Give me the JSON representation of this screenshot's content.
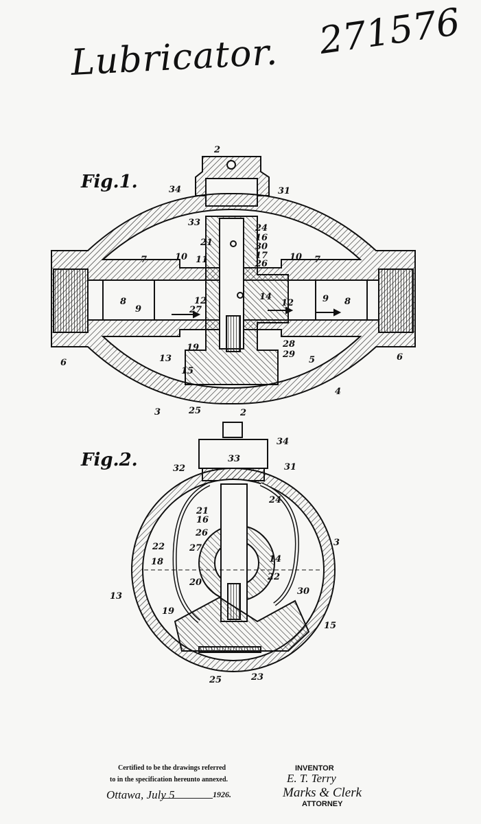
{
  "document": {
    "title": "Lubricator.",
    "patent_number": "271576",
    "fig1_label": "Fig.1.",
    "fig2_label": "Fig.2.",
    "fig1_refs": [
      "2",
      "34",
      "31",
      "33",
      "24",
      "16",
      "30",
      "17",
      "21",
      "26",
      "7",
      "10",
      "11",
      "10",
      "7",
      "8",
      "9",
      "12",
      "27",
      "14",
      "12",
      "9",
      "8",
      "19",
      "28",
      "29",
      "6",
      "13",
      "15",
      "5",
      "6",
      "4",
      "3",
      "25",
      "2"
    ],
    "fig2_refs": [
      "34",
      "33",
      "32",
      "31",
      "24",
      "21",
      "16",
      "26",
      "22",
      "27",
      "18",
      "14",
      "20",
      "22",
      "13",
      "30",
      "19",
      "3",
      "15",
      "25",
      "23"
    ],
    "certification_line1": "Certified to be the drawings referred",
    "certification_line2": "to in the specification hereunto annexed.",
    "place": "Ottawa, July 5",
    "year": "1926.",
    "inventor_label": "INVENTOR",
    "inventor_name": "E. T. Terry",
    "attorney_name": "Marks & Clerk",
    "attorney_label": "ATTORNEY"
  }
}
